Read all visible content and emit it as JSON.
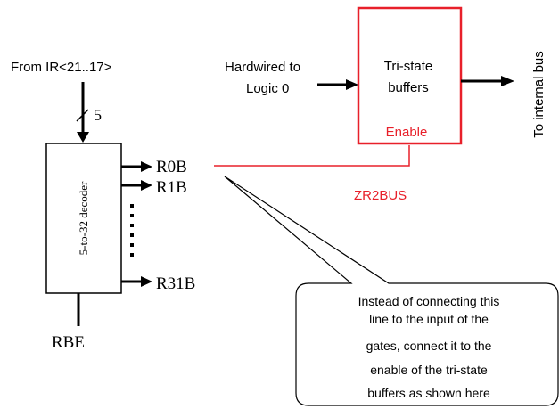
{
  "source_label": "From IR<21..17>",
  "bus_width_label": "5",
  "decoder": {
    "label": "5-to-32 decoder"
  },
  "outputs": {
    "r0": "R0B",
    "r1": "R1B",
    "r31": "R31B"
  },
  "rbe_label": "RBE",
  "hardwired": {
    "line1": "Hardwired to",
    "line2": "Logic 0"
  },
  "buffer": {
    "line1": "Tri-state",
    "line2": "buffers",
    "enable": "Enable"
  },
  "internal_bus_label": "To internal bus",
  "signal_label": "ZR2BUS",
  "callout": {
    "line1": "Instead of connecting this",
    "line2": "line to the input of the",
    "line3": "gates, connect it to the",
    "line4": "enable of the tri-state",
    "line5": "buffers as shown here"
  },
  "colors": {
    "highlight": "#e8202a",
    "ink": "#000000"
  }
}
